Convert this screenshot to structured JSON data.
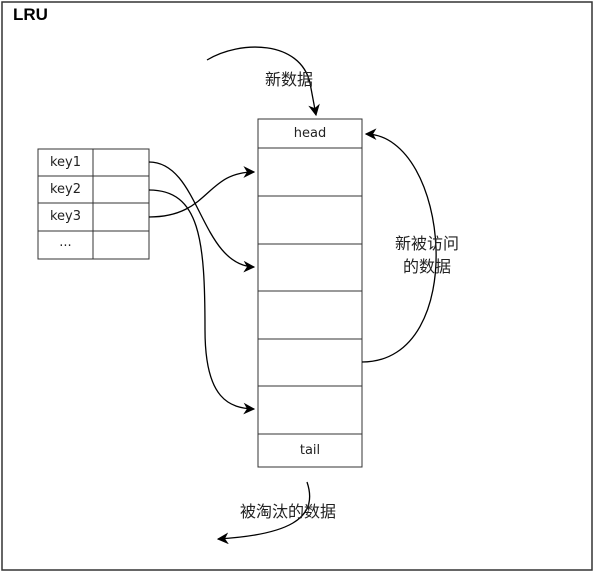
{
  "title": "LRU",
  "labels": {
    "new_data": "新数据",
    "recently_accessed_line1": "新被访问",
    "recently_accessed_line2": "的数据",
    "evicted": "被淘汰的数据"
  },
  "hash_table": {
    "keys": [
      "key1",
      "key2",
      "key3",
      "..."
    ]
  },
  "list": {
    "head": "head",
    "tail": "tail"
  },
  "colors": {
    "line": "#000000",
    "border": "#333333",
    "background": "#ffffff"
  }
}
